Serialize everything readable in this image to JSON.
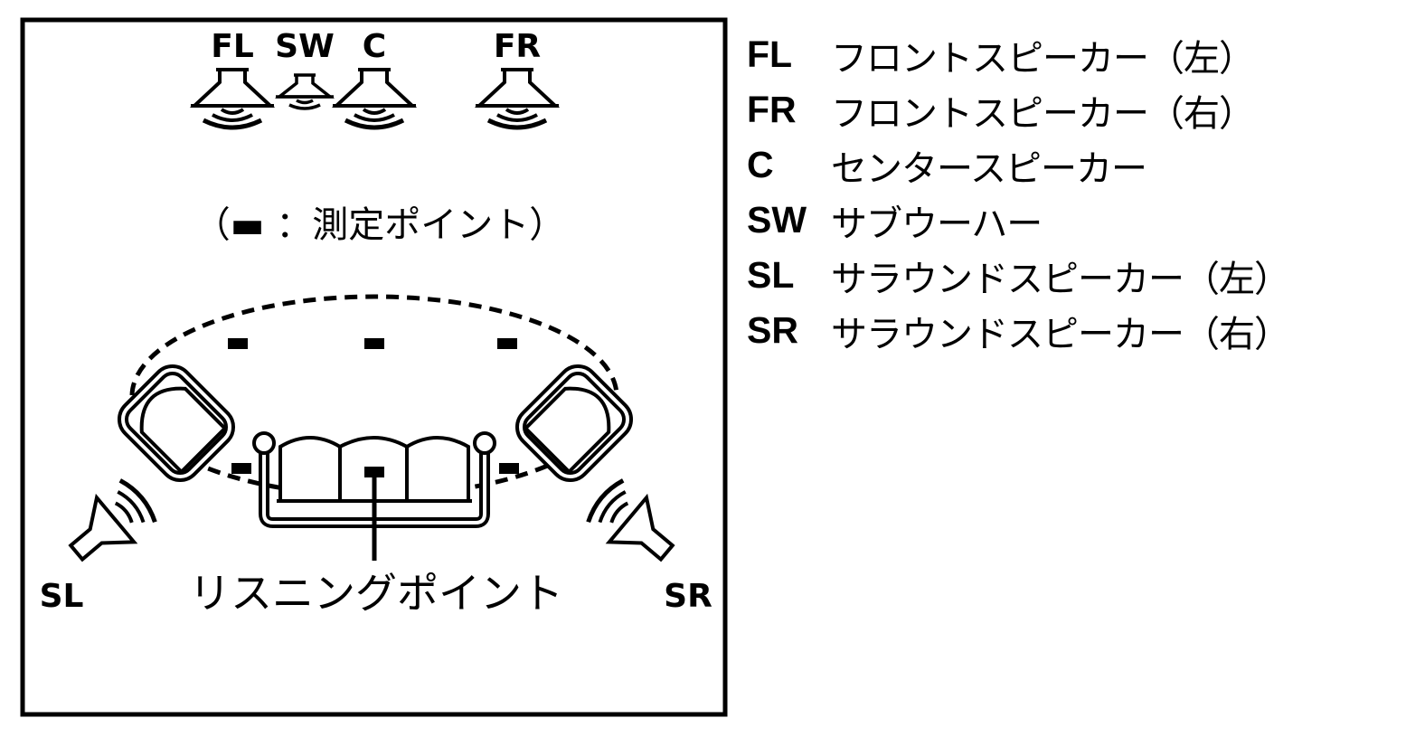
{
  "diagram": {
    "speakers": {
      "fl": "FL",
      "sw": "SW",
      "c": "C",
      "fr": "FR",
      "sl": "SL",
      "sr": "SR"
    },
    "measurement_note": "（▬ ：測定ポイント）",
    "listening_point_label": "リスニングポイント"
  },
  "legend": {
    "items": [
      {
        "abbr": "FL",
        "name": "フロントスピーカー（左）"
      },
      {
        "abbr": "FR",
        "name": "フロントスピーカー（右）"
      },
      {
        "abbr": "C",
        "name": "センタースピーカー"
      },
      {
        "abbr": "SW",
        "name": "サブウーハー"
      },
      {
        "abbr": "SL",
        "name": "サラウンドスピーカー（左）"
      },
      {
        "abbr": "SR",
        "name": "サラウンドスピーカー（右）"
      }
    ]
  }
}
